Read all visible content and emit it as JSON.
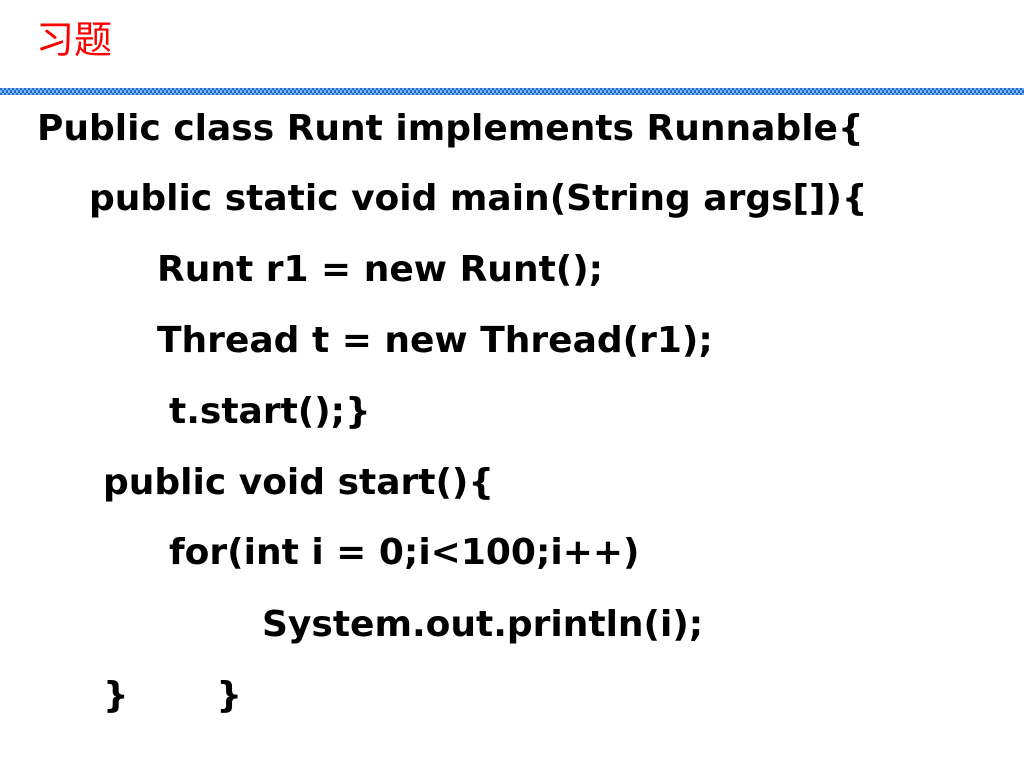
{
  "slide": {
    "title": "习题",
    "title_color": "#ff0000",
    "rule_color": "#1f6fd6",
    "code_lines": [
      "Public class Runt implements Runnable{",
      "public static void main(String args[]){",
      "Runt r1 = new Runt();",
      "Thread t = new Thread(r1);",
      "t.start();}",
      "public void start(){",
      "for(int i = 0;i<100;i++)",
      "System.out.println(i);",
      "}       }"
    ]
  }
}
